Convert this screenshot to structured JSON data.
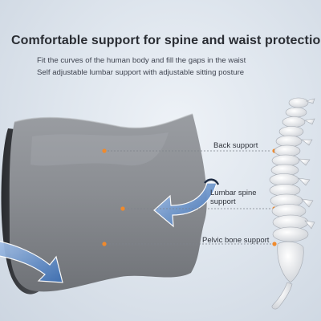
{
  "headline": "Comfortable support for spine and waist protection",
  "subtitle_1": "Fit the curves of the human body and fill the gaps in the waist",
  "subtitle_2": "Self adjustable lumbar support with adjustable sitting posture",
  "callouts": {
    "back": "Back support",
    "lumbar_line1": "Lumbar spine",
    "lumbar_line2": "support",
    "pelvic": "Pelvic bone support"
  },
  "colors": {
    "background": "#dfe6ee",
    "pillow": "#8a8d92",
    "arrow": "#3d6fb3",
    "marker": "#f08a2c",
    "spine": "#f2f2f2"
  }
}
